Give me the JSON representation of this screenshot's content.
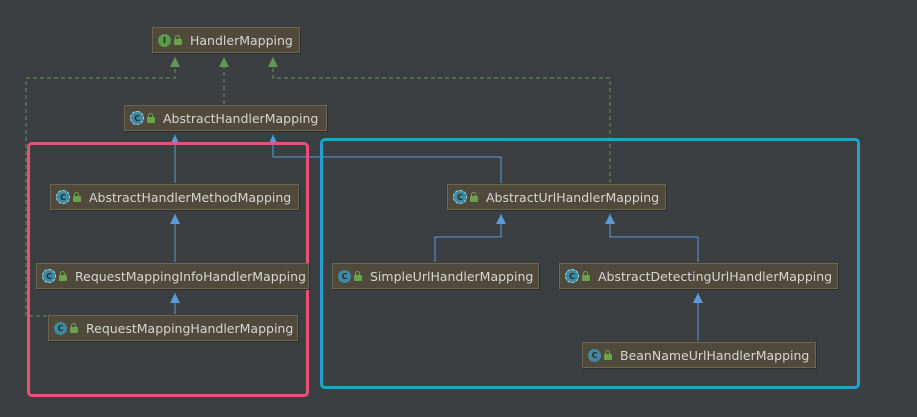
{
  "colors": {
    "background": "#3c3f41",
    "implements_edge": "#629755",
    "extends_edge": "#5c9ad8",
    "highlight_left": "#e8507a",
    "highlight_right": "#1ea3cf"
  },
  "nodes": [
    {
      "id": "HandlerMapping",
      "label": "HandlerMapping",
      "kind": "interface",
      "badge": "I"
    },
    {
      "id": "AbstractHandlerMapping",
      "label": "AbstractHandlerMapping",
      "kind": "abstract",
      "badge": "C"
    },
    {
      "id": "AbstractHandlerMethodMapping",
      "label": "AbstractHandlerMethodMapping",
      "kind": "abstract",
      "badge": "C"
    },
    {
      "id": "RequestMappingInfoHandlerMapping",
      "label": "RequestMappingInfoHandlerMapping",
      "kind": "abstract",
      "badge": "C"
    },
    {
      "id": "RequestMappingHandlerMapping",
      "label": "RequestMappingHandlerMapping",
      "kind": "class",
      "badge": "C"
    },
    {
      "id": "AbstractUrlHandlerMapping",
      "label": "AbstractUrlHandlerMapping",
      "kind": "abstract",
      "badge": "C"
    },
    {
      "id": "SimpleUrlHandlerMapping",
      "label": "SimpleUrlHandlerMapping",
      "kind": "class",
      "badge": "C"
    },
    {
      "id": "AbstractDetectingUrlHandlerMapping",
      "label": "AbstractDetectingUrlHandlerMapping",
      "kind": "abstract",
      "badge": "C"
    },
    {
      "id": "BeanNameUrlHandlerMapping",
      "label": "BeanNameUrlHandlerMapping",
      "kind": "class",
      "badge": "C"
    }
  ],
  "edges": [
    {
      "from": "AbstractHandlerMapping",
      "to": "HandlerMapping",
      "type": "implements"
    },
    {
      "from": "RequestMappingHandlerMapping",
      "to": "HandlerMapping",
      "type": "implements"
    },
    {
      "from": "AbstractUrlHandlerMapping",
      "to": "HandlerMapping",
      "type": "implements"
    },
    {
      "from": "AbstractHandlerMethodMapping",
      "to": "AbstractHandlerMapping",
      "type": "extends"
    },
    {
      "from": "AbstractUrlHandlerMapping",
      "to": "AbstractHandlerMapping",
      "type": "extends"
    },
    {
      "from": "RequestMappingInfoHandlerMapping",
      "to": "AbstractHandlerMethodMapping",
      "type": "extends"
    },
    {
      "from": "RequestMappingHandlerMapping",
      "to": "RequestMappingInfoHandlerMapping",
      "type": "extends"
    },
    {
      "from": "SimpleUrlHandlerMapping",
      "to": "AbstractUrlHandlerMapping",
      "type": "extends"
    },
    {
      "from": "AbstractDetectingUrlHandlerMapping",
      "to": "AbstractUrlHandlerMapping",
      "type": "extends"
    },
    {
      "from": "BeanNameUrlHandlerMapping",
      "to": "AbstractDetectingUrlHandlerMapping",
      "type": "extends"
    }
  ]
}
